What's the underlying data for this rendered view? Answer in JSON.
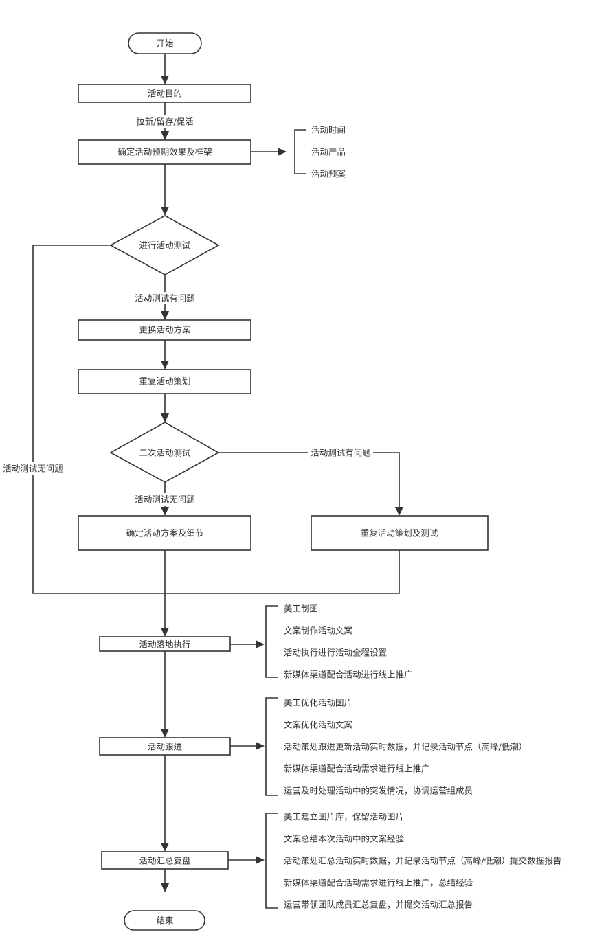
{
  "nodes": {
    "start": "开始",
    "goal": "活动目的",
    "frame": "确定活动预期效果及框架",
    "test1": "进行活动测试",
    "replace": "更换活动方案",
    "repeat": "重复活动策划",
    "test2": "二次活动测试",
    "confirm": "确定活动方案及细节",
    "repeat_test": "重复活动策划及测试",
    "execute": "活动落地执行",
    "followup": "活动跟进",
    "review": "活动汇总复盘",
    "end": "结束"
  },
  "edge_labels": {
    "goal_to_frame": "拉新/留存/促活",
    "test1_problem": "活动测试有问题",
    "test1_ok": "活动测试无问题",
    "test2_ok": "活动测试无问题",
    "test2_problem": "活动测试有问题"
  },
  "notes": {
    "frame": [
      "活动时间",
      "活动产品",
      "活动预案"
    ],
    "execute": [
      "美工制图",
      "文案制作活动文案",
      "活动执行进行活动全程设置",
      "新媒体渠道配合活动进行线上推广"
    ],
    "followup": [
      "美工优化活动图片",
      "文案优化活动文案",
      "活动策划跟进更新活动实时数据，并记录活动节点（高峰/低潮）",
      "新媒体渠道配合活动需求进行线上推广",
      "运营及时处理活动中的突发情况，协调运营组成员"
    ],
    "review": [
      "美工建立图片库，保留活动图片",
      "文案总结本次活动中的文案经验",
      "活动策划汇总活动实时数据，并记录活动节点（高峰/低潮）提交数据报告",
      "新媒体渠道配合活动需求进行线上推广，总结经验",
      "运营带领团队成员汇总复盘，并提交活动汇总报告"
    ]
  },
  "colors": {
    "stroke": "#333333",
    "text": "#333333",
    "background": "#ffffff"
  }
}
